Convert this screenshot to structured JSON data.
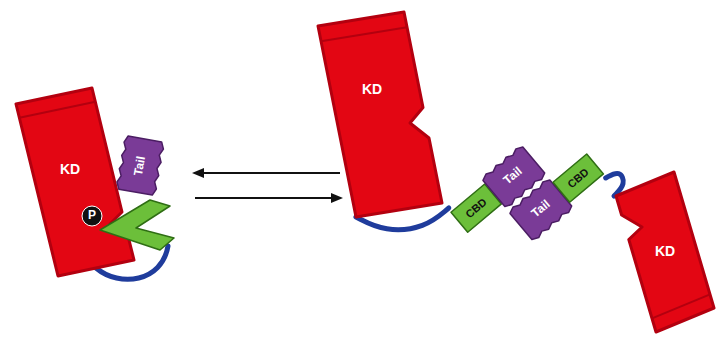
{
  "diagram": {
    "nodes": [
      {
        "text": [
          "KD"
        ]
      },
      {
        "text": [
          "Tail"
        ]
      },
      {
        "text": [
          "P"
        ]
      },
      {
        "text": [
          "KD"
        ]
      },
      {
        "text": [
          "CBD"
        ]
      },
      {
        "text": [
          "Tail"
        ]
      },
      {
        "text": [
          "Tail"
        ]
      },
      {
        "text": [
          "CBD"
        ]
      },
      {
        "text": [
          "KD"
        ]
      }
    ],
    "edges": [
      {
        "from": 3,
        "to": 4,
        "arrow": "none"
      },
      {
        "from": 7,
        "to": 8,
        "arrow": "none"
      }
    ]
  }
}
